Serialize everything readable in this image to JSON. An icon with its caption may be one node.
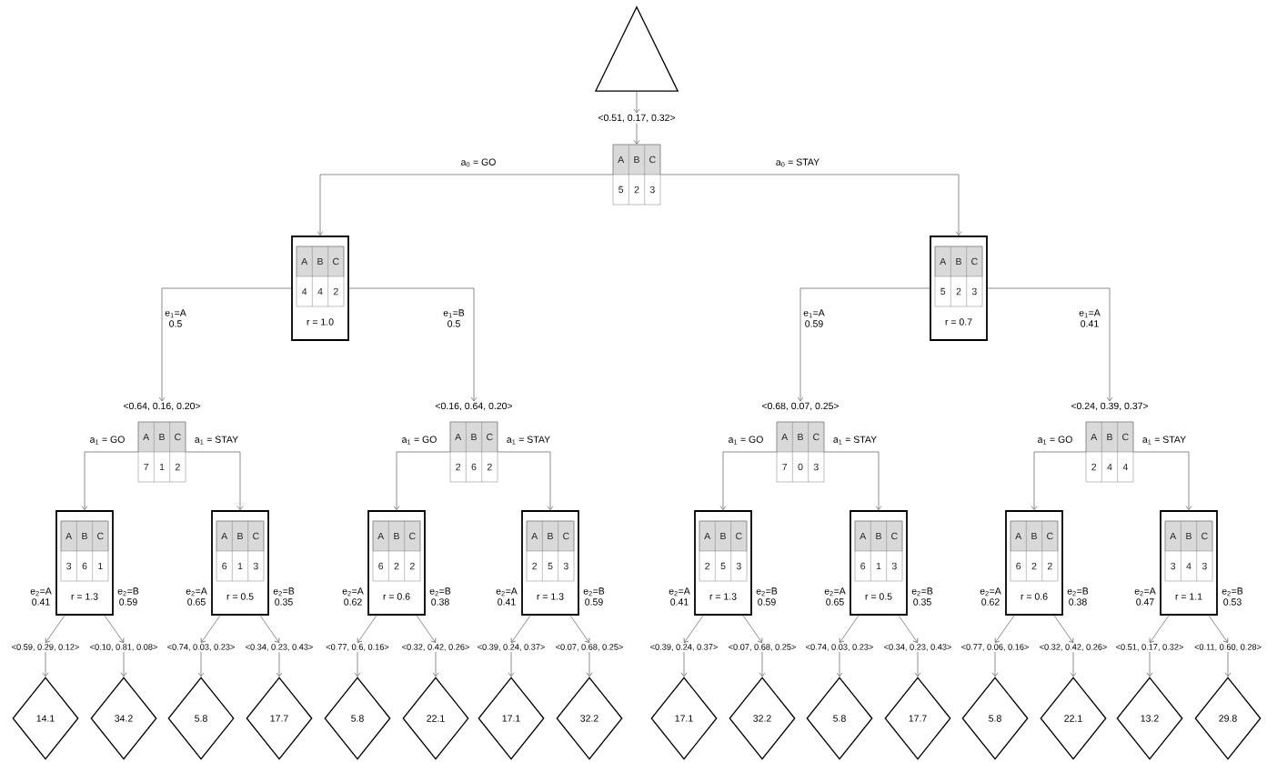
{
  "diagram": {
    "nodes": [
      {
        "text": [],
        "shape": "triangle"
      },
      {
        "text": [
          "<0.51, 0.17, 0.32>"
        ]
      },
      {
        "text": [
          "A",
          "B",
          "C",
          "5",
          "2",
          "3"
        ]
      },
      {
        "text": [
          "r = 1.0"
        ]
      },
      {
        "text": [
          "A",
          "B",
          "C",
          "4",
          "4",
          "2"
        ],
        "in": 3
      },
      {
        "text": [
          "r = 0.7"
        ]
      },
      {
        "text": [
          "A",
          "B",
          "C",
          "5",
          "2",
          "3"
        ],
        "in": 5
      },
      {
        "text": [
          "<0.64, 0.16, 0.20>"
        ]
      },
      {
        "text": [
          "A",
          "B",
          "C",
          "7",
          "1",
          "2"
        ]
      },
      {
        "text": [
          "<0.16, 0.64, 0.20>"
        ]
      },
      {
        "text": [
          "A",
          "B",
          "C",
          "2",
          "6",
          "2"
        ]
      },
      {
        "text": [
          "<0.68, 0.07, 0.25>"
        ]
      },
      {
        "text": [
          "A",
          "B",
          "C",
          "7",
          "0",
          "3"
        ]
      },
      {
        "text": [
          "<0.24, 0.39, 0.37>"
        ]
      },
      {
        "text": [
          "A",
          "B",
          "C",
          "2",
          "4",
          "4"
        ]
      },
      {
        "text": [
          "r = 1.3"
        ]
      },
      {
        "text": [
          "A",
          "B",
          "C",
          "3",
          "6",
          "1"
        ],
        "in": 15
      },
      {
        "text": [
          "r = 0.5"
        ]
      },
      {
        "text": [
          "A",
          "B",
          "C",
          "6",
          "1",
          "3"
        ],
        "in": 17
      },
      {
        "text": [
          "r = 0.6"
        ]
      },
      {
        "text": [
          "A",
          "B",
          "C",
          "6",
          "2",
          "2"
        ],
        "in": 19
      },
      {
        "text": [
          "r = 1.3"
        ]
      },
      {
        "text": [
          "A",
          "B",
          "C",
          "2",
          "5",
          "3"
        ],
        "in": 21
      },
      {
        "text": [
          "r = 1.3"
        ]
      },
      {
        "text": [
          "A",
          "B",
          "C",
          "2",
          "5",
          "3"
        ],
        "in": 23
      },
      {
        "text": [
          "r = 0.5"
        ]
      },
      {
        "text": [
          "A",
          "B",
          "C",
          "6",
          "1",
          "3"
        ],
        "in": 25
      },
      {
        "text": [
          "r = 0.6"
        ]
      },
      {
        "text": [
          "A",
          "B",
          "C",
          "6",
          "2",
          "2"
        ],
        "in": 27
      },
      {
        "text": [
          "r = 1.1"
        ]
      },
      {
        "text": [
          "A",
          "B",
          "C",
          "3",
          "4",
          "3"
        ],
        "in": 29
      },
      {
        "text": [
          "<0.59, 0.29, 0.12>"
        ]
      },
      {
        "text": [
          "<0.10, 0.81, 0.08>"
        ]
      },
      {
        "text": [
          "<0.74, 0.03, 0.23>"
        ]
      },
      {
        "text": [
          "<0.34, 0.23, 0.43>"
        ]
      },
      {
        "text": [
          "<0.77, 0.6, 0.16>"
        ]
      },
      {
        "text": [
          "<0.32, 0.42, 0.26>"
        ]
      },
      {
        "text": [
          "<0.39, 0.24, 0.37>"
        ]
      },
      {
        "text": [
          "<0.07, 0.68, 0.25>"
        ]
      },
      {
        "text": [
          "<0.39, 0.24, 0.37>"
        ]
      },
      {
        "text": [
          "<0.07, 0.68, 0.25>"
        ]
      },
      {
        "text": [
          "<0.74, 0.03, 0.23>"
        ]
      },
      {
        "text": [
          "<0.34, 0.23, 0.43>"
        ]
      },
      {
        "text": [
          "<0.77, 0.06, 0.16>"
        ]
      },
      {
        "text": [
          "<0.32, 0.42, 0.26>"
        ]
      },
      {
        "text": [
          "<0.51, 0.17, 0.32>"
        ]
      },
      {
        "text": [
          "<0.11, 0.60, 0.28>"
        ]
      },
      {
        "text": [
          "14.1"
        ]
      },
      {
        "text": [
          "34.2"
        ]
      },
      {
        "text": [
          "5.8"
        ]
      },
      {
        "text": [
          "17.7"
        ]
      },
      {
        "text": [
          "5.8"
        ]
      },
      {
        "text": [
          "22.1"
        ]
      },
      {
        "text": [
          "17.1"
        ]
      },
      {
        "text": [
          "32.2"
        ]
      },
      {
        "text": [
          "17.1"
        ]
      },
      {
        "text": [
          "32.2"
        ]
      },
      {
        "text": [
          "5.8"
        ]
      },
      {
        "text": [
          "17.7"
        ]
      },
      {
        "text": [
          "5.8"
        ]
      },
      {
        "text": [
          "22.1"
        ]
      },
      {
        "text": [
          "13.2"
        ]
      },
      {
        "text": [
          "29.8"
        ]
      }
    ],
    "edges": [
      {
        "from": 0,
        "to": 1,
        "arrow": "to"
      },
      {
        "from": 1,
        "to": 2,
        "arrow": "to"
      },
      {
        "from": 2,
        "to": 3,
        "arrow": "to",
        "label": "a$_{0}$ = GO"
      },
      {
        "from": 2,
        "to": 5,
        "arrow": "to",
        "label": "a$_{0}$ = STAY"
      },
      {
        "from": 3,
        "to": 7,
        "arrow": "to",
        "label": "e$_{1}$=A 0.5"
      },
      {
        "from": 3,
        "to": 9,
        "arrow": "to",
        "label": "e$_{1}$=B 0.5"
      },
      {
        "from": 5,
        "to": 11,
        "arrow": "to",
        "label": "e$_{1}$=A 0.59"
      },
      {
        "from": 5,
        "to": 13,
        "arrow": "to",
        "label": "e$_{1}$=A 0.41"
      },
      {
        "from": 8,
        "to": 15,
        "arrow": "to",
        "label": "a$_{1}$ = GO"
      },
      {
        "from": 8,
        "to": 17,
        "arrow": "to",
        "label": "a$_{1}$ = STAY"
      },
      {
        "from": 10,
        "to": 19,
        "arrow": "to",
        "label": "a$_{1}$ = GO"
      },
      {
        "from": 10,
        "to": 21,
        "arrow": "to",
        "label": "a$_{1}$ = STAY"
      },
      {
        "from": 12,
        "to": 23,
        "arrow": "to",
        "label": "a$_{1}$ = GO"
      },
      {
        "from": 12,
        "to": 25,
        "arrow": "to",
        "label": "a$_{1}$ = STAY"
      },
      {
        "from": 14,
        "to": 27,
        "arrow": "to",
        "label": "a$_{1}$ = GO"
      },
      {
        "from": 14,
        "to": 29,
        "arrow": "to",
        "label": "a$_{1}$ = STAY"
      },
      {
        "from": 15,
        "to": 31,
        "arrow": "to",
        "label": "e$_{2}$=A 0.41"
      },
      {
        "from": 15,
        "to": 32,
        "arrow": "to",
        "label": "e$_{2}$=B 0.59"
      },
      {
        "from": 17,
        "to": 33,
        "arrow": "to",
        "label": "e$_{2}$=A 0.65"
      },
      {
        "from": 17,
        "to": 34,
        "arrow": "to",
        "label": "e$_{2}$=B 0.35"
      },
      {
        "from": 19,
        "to": 35,
        "arrow": "to",
        "label": "e$_{2}$=A 0.62"
      },
      {
        "from": 19,
        "to": 36,
        "arrow": "to",
        "label": "e$_{2}$=B 0.38"
      },
      {
        "from": 21,
        "to": 37,
        "arrow": "to",
        "label": "e$_{2}$=A 0.41"
      },
      {
        "from": 21,
        "to": 38,
        "arrow": "to",
        "label": "e$_{2}$=B 0.59"
      },
      {
        "from": 23,
        "to": 39,
        "arrow": "to",
        "label": "e$_{2}$=A 0.41"
      },
      {
        "from": 23,
        "to": 40,
        "arrow": "to",
        "label": "e$_{2}$=B 0.59"
      },
      {
        "from": 25,
        "to": 41,
        "arrow": "to",
        "label": "e$_{2}$=A 0.65"
      },
      {
        "from": 25,
        "to": 42,
        "arrow": "to",
        "label": "e$_{2}$=B 0.35"
      },
      {
        "from": 27,
        "to": 43,
        "arrow": "to",
        "label": "e$_{2}$=A 0.62"
      },
      {
        "from": 27,
        "to": 44,
        "arrow": "to",
        "label": "e$_{2}$=B 0.38"
      },
      {
        "from": 29,
        "to": 45,
        "arrow": "to",
        "label": "e$_{2}$=A 0.47"
      },
      {
        "from": 29,
        "to": 46,
        "arrow": "to",
        "label": "e$_{2}$=B 0.53"
      },
      {
        "from": 31,
        "to": 47,
        "arrow": "to"
      },
      {
        "from": 32,
        "to": 48,
        "arrow": "to"
      },
      {
        "from": 33,
        "to": 49,
        "arrow": "to"
      },
      {
        "from": 34,
        "to": 50,
        "arrow": "to"
      },
      {
        "from": 35,
        "to": 51,
        "arrow": "to"
      },
      {
        "from": 36,
        "to": 52,
        "arrow": "to"
      },
      {
        "from": 37,
        "to": 53,
        "arrow": "to"
      },
      {
        "from": 38,
        "to": 54,
        "arrow": "to"
      },
      {
        "from": 39,
        "to": 55,
        "arrow": "to"
      },
      {
        "from": 40,
        "to": 56,
        "arrow": "to"
      },
      {
        "from": 41,
        "to": 57,
        "arrow": "to"
      },
      {
        "from": 42,
        "to": 58,
        "arrow": "to"
      },
      {
        "from": 43,
        "to": 59,
        "arrow": "to"
      },
      {
        "from": 44,
        "to": 60,
        "arrow": "to"
      },
      {
        "from": 45,
        "to": 61,
        "arrow": "to"
      },
      {
        "from": 46,
        "to": 62,
        "arrow": "to"
      }
    ]
  }
}
